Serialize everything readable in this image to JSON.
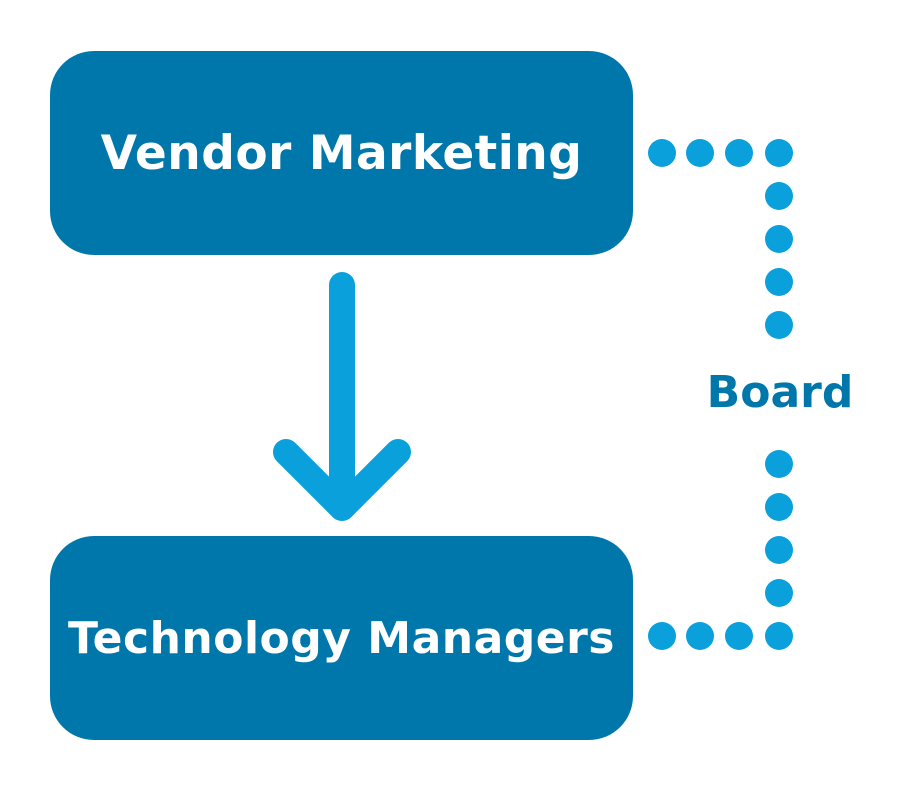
{
  "nodes": {
    "top": {
      "label": "Vendor Marketing"
    },
    "bottom": {
      "label": "Technology Managers"
    }
  },
  "connector": {
    "label": "Board"
  },
  "colors": {
    "node_fill": "#0077aa",
    "node_text": "#ffffff",
    "arrow": "#0aa0dc",
    "dots": "#0aa0dc",
    "board_text": "#0077aa"
  },
  "icons": {
    "arrow": "down-arrow-icon",
    "dotted_connector": "dotted-bracket-connector"
  }
}
